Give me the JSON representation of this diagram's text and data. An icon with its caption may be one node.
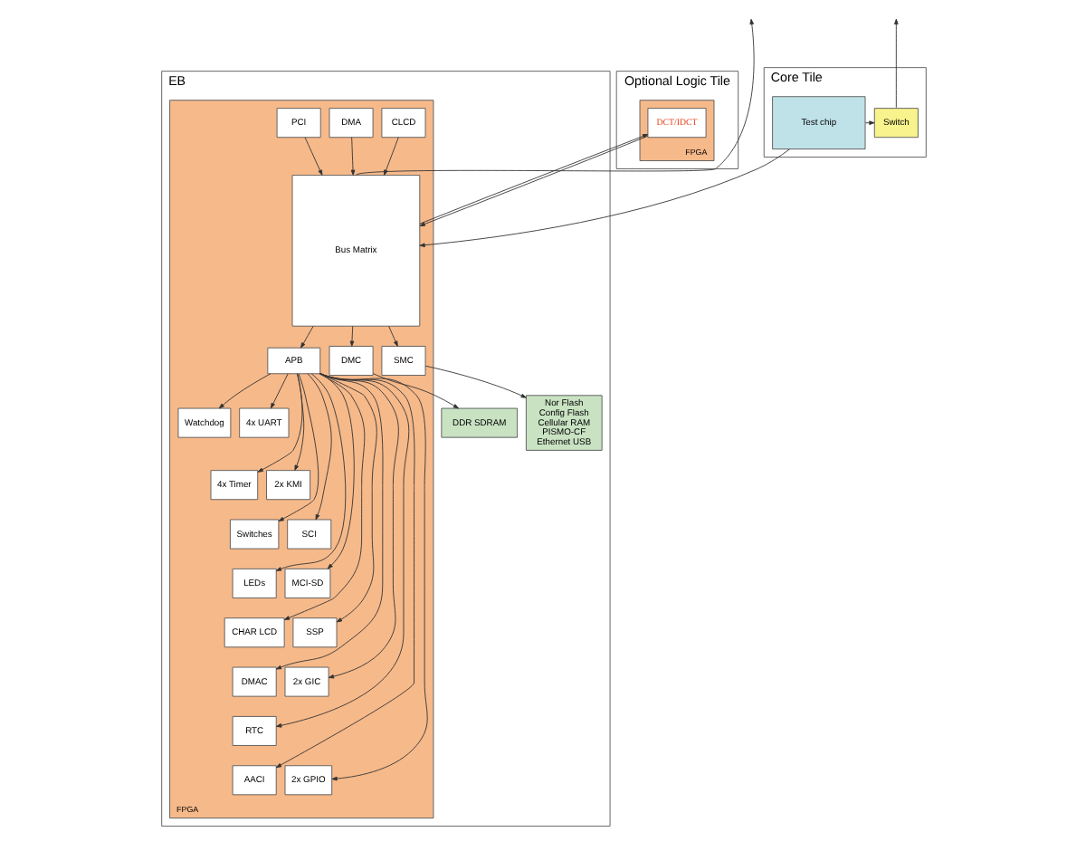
{
  "diagram": {
    "nodes": [
      {
        "text": [
          "Core Tile"
        ]
      },
      {
        "text": [
          "Test chip"
        ],
        "in": 0
      },
      {
        "text": [
          "Switch"
        ],
        "in": 0
      },
      {
        "text": [
          "Optional Logic Tile"
        ]
      },
      {
        "text": [
          "FPGA"
        ],
        "in": 3
      },
      {
        "text": [
          "DCT/IDCT"
        ],
        "in": 4
      },
      {
        "text": [
          "EB"
        ]
      },
      {
        "text": [
          "FPGA"
        ],
        "in": 6
      },
      {
        "text": [
          "DDR SDRAM"
        ],
        "in": 6
      },
      {
        "text": [
          "Nor Flash Config Flash Cellular RAM PISMO-CF Ethernet USB"
        ],
        "in": 6
      },
      {
        "text": [
          "DMC"
        ],
        "in": 7
      },
      {
        "text": [
          "SMC"
        ],
        "in": 7
      },
      {
        "text": [
          "CLCD"
        ],
        "in": 7
      },
      {
        "text": [
          "DMA"
        ],
        "in": 7
      },
      {
        "text": [
          "PCI"
        ],
        "in": 7
      },
      {
        "text": [
          "Bus Matrix"
        ],
        "in": 7
      },
      {
        "text": [
          "APB"
        ],
        "in": 7
      },
      {
        "text": [
          "Watchdog"
        ],
        "in": 7
      },
      {
        "text": [
          "4x UART"
        ],
        "in": 7
      },
      {
        "text": [
          "4x Timer"
        ],
        "in": 7
      },
      {
        "text": [
          "2x KMI"
        ],
        "in": 7
      },
      {
        "text": [
          "Switches"
        ],
        "in": 7
      },
      {
        "text": [
          "SCI"
        ],
        "in": 7
      },
      {
        "text": [
          "LEDs"
        ],
        "in": 7
      },
      {
        "text": [
          "MCI-SD"
        ],
        "in": 7
      },
      {
        "text": [
          "CHAR LCD"
        ],
        "in": 7
      },
      {
        "text": [
          "SSP"
        ],
        "in": 7
      },
      {
        "text": [
          "DMAC"
        ],
        "in": 7
      },
      {
        "text": [
          "2x GIC"
        ],
        "in": 7
      },
      {
        "text": [
          "RTC"
        ],
        "in": 7
      },
      {
        "text": [
          "AACI"
        ],
        "in": 7
      },
      {
        "text": [
          "2x GPIO"
        ],
        "in": 7
      }
    ],
    "edges": [
      {
        "from": 1,
        "to": 2,
        "arrow": "to"
      },
      {
        "from": 1,
        "to": 15,
        "arrow": "to"
      },
      {
        "from": 2,
        "to": null,
        "arrow": "to"
      },
      {
        "from": 15,
        "to": null,
        "arrow": "to"
      },
      {
        "from": 15,
        "to": 5,
        "arrow": "to"
      },
      {
        "from": 5,
        "to": 15,
        "arrow": "to"
      },
      {
        "from": 15,
        "to": 10,
        "arrow": "to"
      },
      {
        "from": 10,
        "to": 8,
        "arrow": "to"
      },
      {
        "from": 15,
        "to": 11,
        "arrow": "to"
      },
      {
        "from": 11,
        "to": 9,
        "arrow": "to"
      },
      {
        "from": 12,
        "to": 15,
        "arrow": "to"
      },
      {
        "from": 13,
        "to": 15,
        "arrow": "to"
      },
      {
        "from": 14,
        "to": 15,
        "arrow": "to"
      },
      {
        "from": 15,
        "to": 16,
        "arrow": "to"
      },
      {
        "from": 16,
        "to": 17,
        "arrow": "to"
      },
      {
        "from": 16,
        "to": 18,
        "arrow": "to"
      },
      {
        "from": 16,
        "to": 19,
        "arrow": "to"
      },
      {
        "from": 16,
        "to": 20,
        "arrow": "to"
      },
      {
        "from": 16,
        "to": 21,
        "arrow": "to"
      },
      {
        "from": 16,
        "to": 22,
        "arrow": "to"
      },
      {
        "from": 16,
        "to": 23,
        "arrow": "to"
      },
      {
        "from": 16,
        "to": 24,
        "arrow": "to"
      },
      {
        "from": 16,
        "to": 25,
        "arrow": "to"
      },
      {
        "from": 16,
        "to": 26,
        "arrow": "to"
      },
      {
        "from": 16,
        "to": 27,
        "arrow": "to"
      },
      {
        "from": 16,
        "to": 28,
        "arrow": "to"
      },
      {
        "from": 16,
        "to": 29,
        "arrow": "to"
      },
      {
        "from": 16,
        "to": 30,
        "arrow": "to"
      },
      {
        "from": 16,
        "to": 31,
        "arrow": "to"
      }
    ]
  }
}
